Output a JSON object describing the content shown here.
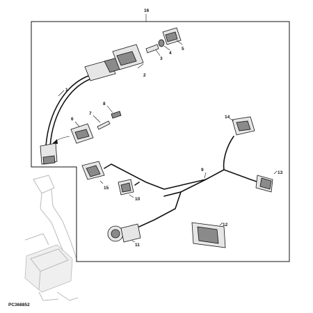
{
  "diagram": {
    "figure_id": "PC368852",
    "callouts": {
      "c1": "1",
      "c2": "2",
      "c3": "3",
      "c4": "4",
      "c5": "5",
      "c6": "6",
      "c7": "7",
      "c8": "8",
      "c9": "9",
      "c10": "10",
      "c11": "11",
      "c12": "12",
      "c13": "13",
      "c14": "14",
      "c15": "15",
      "c16": "16"
    }
  }
}
